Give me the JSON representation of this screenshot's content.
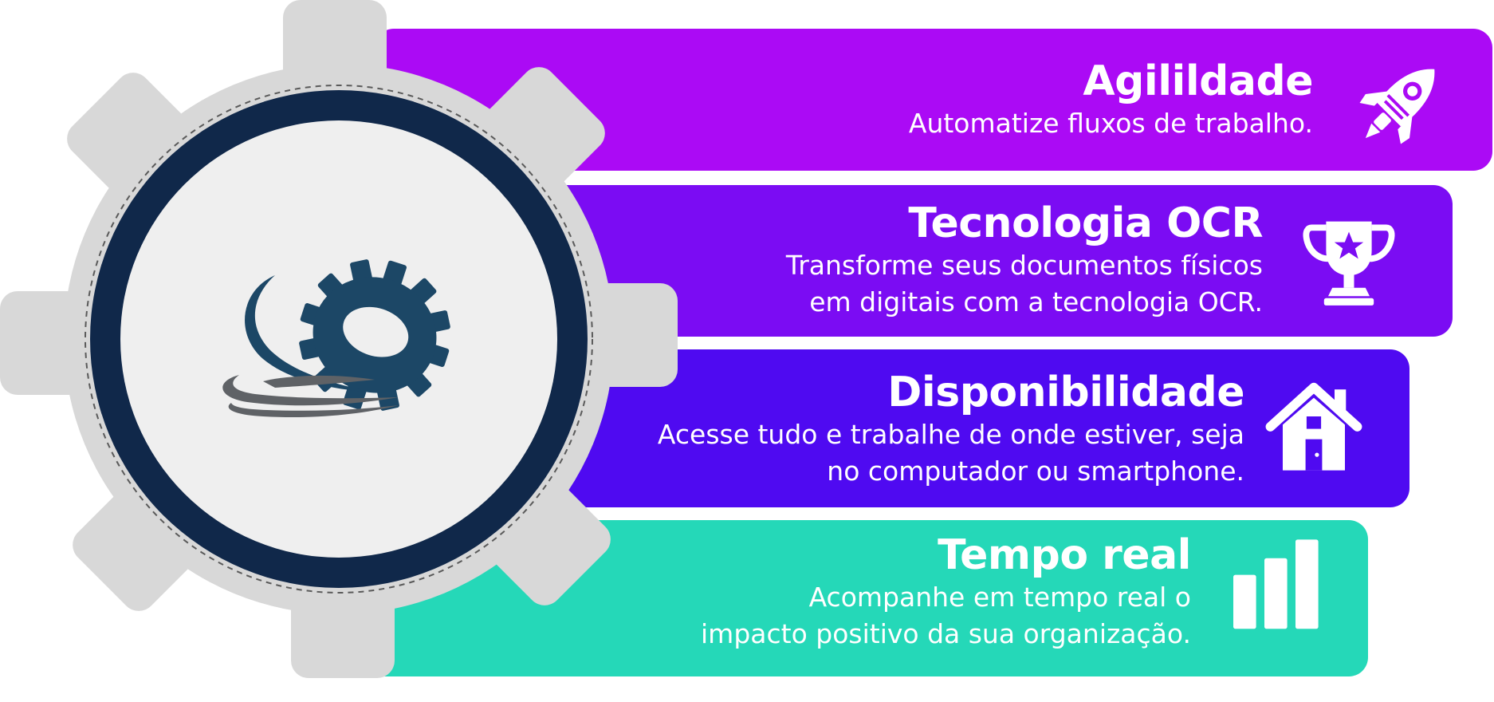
{
  "colors": {
    "agilidade": "#ab0af5",
    "ocr": "#7b0cf3",
    "disponibilidade": "#4f0af1",
    "tempo_real": "#25d8b8",
    "gear": "#d8d8d8",
    "ring": "#10284a",
    "center": "#efefef",
    "logo_blue": "#1c4766",
    "logo_gray": "#5f6266"
  },
  "cards": [
    {
      "id": "agilidade",
      "title": "Agilildade",
      "description": "Automatize fluxos de trabalho.",
      "icon": "rocket-icon"
    },
    {
      "id": "ocr",
      "title": "Tecnologia OCR",
      "description": "Transforme seus documentos físicos\nem digitais com a tecnologia OCR.",
      "icon": "trophy-icon"
    },
    {
      "id": "disponibilidade",
      "title": "Disponibilidade",
      "description": "Acesse tudo e trabalhe de onde estiver, seja\nno computador ou smartphone.",
      "icon": "house-icon"
    },
    {
      "id": "tempo_real",
      "title": "Tempo real",
      "description": "Acompanhe em tempo real o\nimpacto positivo da sua organização.",
      "icon": "bar-chart-icon"
    }
  ]
}
